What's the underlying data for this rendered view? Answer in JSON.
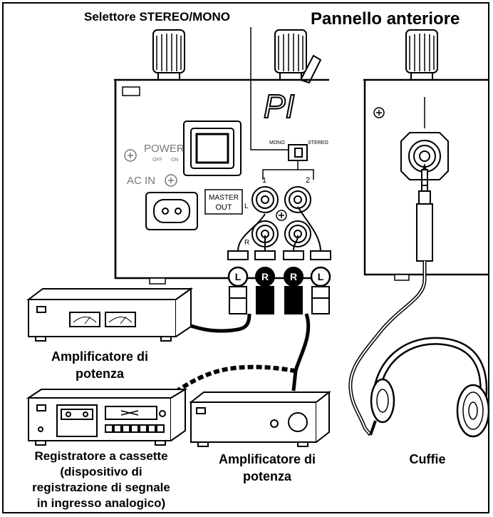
{
  "labels": {
    "selector": "Selettore STEREO/MONO",
    "front_panel": "Pannello anteriore",
    "power_amp_1_line1": "Amplificatore di",
    "power_amp_1_line2": "potenza",
    "recorder_line1": "Registratore a cassette",
    "recorder_line2": "(dispositivo di",
    "recorder_line3": "registrazione di segnale",
    "recorder_line4": "in ingresso analogico)",
    "power_amp_2_line1": "Amplificatore di",
    "power_amp_2_line2": "potenza",
    "headphones": "Cuffie"
  },
  "panel_text": {
    "power": "POWER",
    "off": "OFF",
    "on": "ON",
    "ac_in": "AC IN",
    "master": "MASTER",
    "out": "OUT",
    "mono": "MONO",
    "stereo": "STEREO",
    "ch1": "1",
    "ch2": "2",
    "l_mark": "L",
    "r_mark": "R",
    "plug_l": "L",
    "plug_r": "R",
    "logo": "PI"
  }
}
